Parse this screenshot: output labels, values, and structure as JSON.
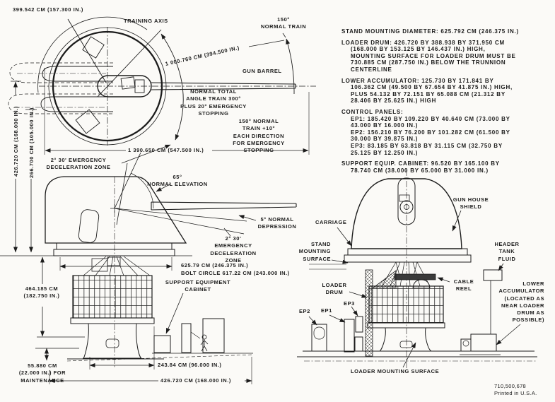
{
  "page": {
    "background": "#fbfaf7",
    "ink": "#1c1c1c"
  },
  "specs": [
    {
      "text": "STAND MOUNTING DIAMETER:  625.792 CM (246.375 IN.)"
    },
    {
      "text": "LOADER DRUM:   426.720 BY 388.938 BY 371.950 CM\n(168.000 BY 153.125 BY 146.437 IN.) HIGH,\nMOUNTING SURFACE FOR LOADER DRUM MUST BE\n730.885 CM (287.750 IN.) BELOW THE TRUNNION\nCENTERLINE"
    },
    {
      "text": "LOWER ACCUMULATOR:   125.730 BY 171.841 BY\n106.362 CM (49.500 BY 67.654 BY 41.875 IN.) HIGH,\nPLUS 54.132 BY 72.151 BY 65.088 CM (21.312 BY\n28.406 BY 25.625 IN.) HIGH"
    },
    {
      "text": "CONTROL PANELS:\nEP1:   185.420 BY 109.220 BY 40.640 CM (73.000 BY\n43.000 BY 16.000 IN.)\nEP2:   156.210 BY 76.200 BY 101.282 CM (61.500 BY\n30.000 BY 39.875 IN.)\nEP3:   83.185 BY 63.818 BY 31.115 CM (32.750 BY\n25.125 BY 12.250 IN.)"
    },
    {
      "text": "SUPPORT EQUIP. CABINET:   96.520 BY 165.100 BY\n78.740 CM (38.000 BY 65.000 BY 31.000 IN.)"
    }
  ],
  "labels": {
    "plan": {
      "radius_dim": "399.542 CM (157.300 IN.)",
      "training_axis": "TRAINING AXIS",
      "normal_train_150": "150°\nNORMAL TRAIN",
      "muzzle_radius_dim": "1 000.760 CM (394.500 IN.)",
      "gun_barrel": "GUN BARREL",
      "normal_total": "NORMAL TOTAL\nANGLE TRAIN 300°\nPLUS 20° EMERGENCY\nSTOPPING",
      "train_150_plus": "150° NORMAL\nTRAIN +10°\nEACH DIRECTION\nFOR EMERGENCY\nSTOPPING",
      "overall_dim": "1 390.650 CM (547.500 IN.)",
      "decel_zone": "2° 30' EMERGENCY\nDECELERATION ZONE"
    },
    "side": {
      "height_dim_total": "426.720 CM (168.000 IN.)",
      "height_dim_trunnion": "266.700 CM (105.000 IN.)",
      "normal_elevation": "65°\nNORMAL ELEVATION",
      "normal_depression": "5° NORMAL\nDEPRESSION",
      "decel_zone": "2° 30'\nEMERGENCY\nDECELERATION\nZONE",
      "stand_dim": "625.79 CM (246.375 IN.)",
      "bolt_circle_dim": "BOLT CIRCLE 617.22 CM (243.000 IN.)",
      "support_cabinet": "SUPPORT EQUIPMENT\nCABINET",
      "below_deck_dim": "464.185 CM\n(182.750 IN.)",
      "maintenance_dim": "55.880 CM\n(22.000 IN.) FOR\nMAINTENANCE",
      "base_width_dim": "243.84 CM (96.000 IN.)",
      "overall_width_dim": "426.720 CM (168.000 IN.)"
    },
    "right": {
      "gun_house_shield": "GUN HOUSE\nSHIELD",
      "carriage": "CARRIAGE",
      "stand_mounting_surface": "STAND\nMOUNTING\nSURFACE",
      "header_tank_fluid": "HEADER\nTANK\nFLUID",
      "loader_drum": "LOADER\nDRUM",
      "cable_reel": "CABLE\nREEL",
      "ep1": "EP1",
      "ep2": "EP2",
      "ep3": "EP3",
      "lower_accumulator": "LOWER\nACCUMULATOR\n(LOCATED AS\nNEAR LOADER\nDRUM AS\nPOSSIBLE)",
      "loader_mounting_surface": "LOADER MOUNTING SURFACE"
    }
  },
  "footer": {
    "part_number": "710,500,678",
    "printed": "Printed in U.S.A."
  }
}
